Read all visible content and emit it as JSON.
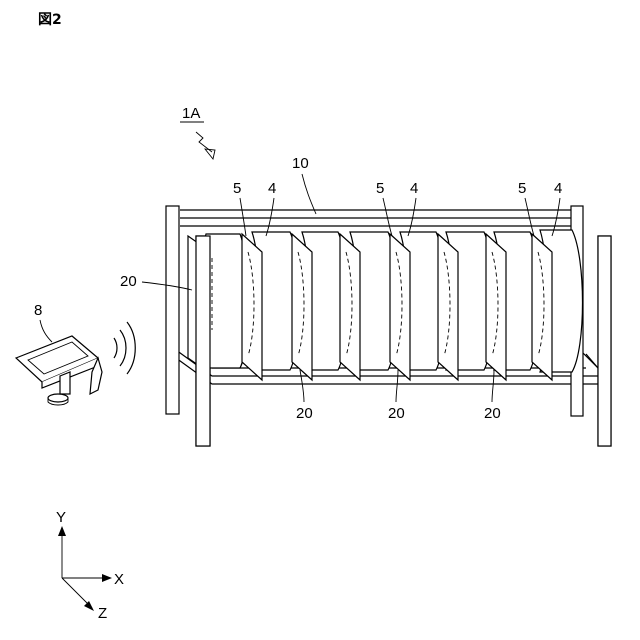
{
  "figure": {
    "title": "図2",
    "assembly_label": "1A",
    "rail_label": "10",
    "terminal_label": "8",
    "holder_left_label": "20",
    "top_pair_labels": [
      {
        "a": "5",
        "b": "4"
      },
      {
        "a": "5",
        "b": "4"
      },
      {
        "a": "5",
        "b": "4"
      }
    ],
    "bottom_labels": [
      "20",
      "20",
      "20"
    ],
    "axes": {
      "y": "Y",
      "x": "X",
      "z": "Z"
    }
  }
}
